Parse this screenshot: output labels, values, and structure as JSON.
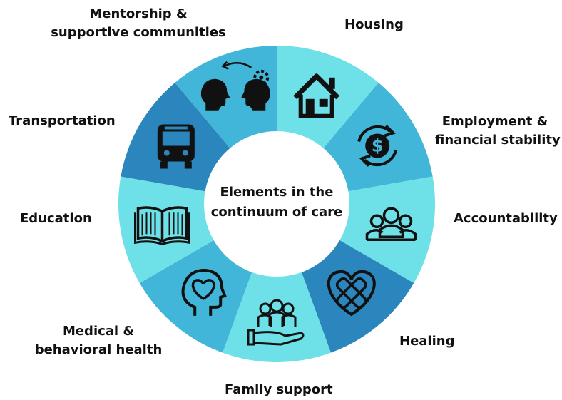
{
  "center": {
    "line1": "Elements in the",
    "line2": "continuum of care"
  },
  "segments": [
    {
      "id": "housing",
      "icon": "house-icon",
      "color": "#6ee0e8",
      "label": [
        "Housing"
      ]
    },
    {
      "id": "employment",
      "icon": "dollar-cycle-icon",
      "color": "#42b6d8",
      "label": [
        "Employment &",
        "financial stability"
      ]
    },
    {
      "id": "accountability",
      "icon": "people-group-icon",
      "color": "#6ee0e8",
      "label": [
        "Accountability"
      ]
    },
    {
      "id": "healing",
      "icon": "bandaged-heart-icon",
      "color": "#2a86bc",
      "label": [
        "Healing"
      ]
    },
    {
      "id": "family-support",
      "icon": "family-hand-icon",
      "color": "#6ee0e8",
      "label": [
        "Family support"
      ]
    },
    {
      "id": "medical",
      "icon": "head-heart-icon",
      "color": "#42b6d8",
      "label": [
        "Medical &",
        "behavioral health"
      ]
    },
    {
      "id": "education",
      "icon": "open-book-icon",
      "color": "#6ee0e8",
      "label": [
        "Education"
      ]
    },
    {
      "id": "transportation",
      "icon": "bus-icon",
      "color": "#2a86bc",
      "label": [
        "Transportation"
      ]
    },
    {
      "id": "mentorship",
      "icon": "mentoring-heads-icon",
      "color": "#42b6d8",
      "label": [
        "Mentorship &",
        "supportive communities"
      ]
    }
  ]
}
